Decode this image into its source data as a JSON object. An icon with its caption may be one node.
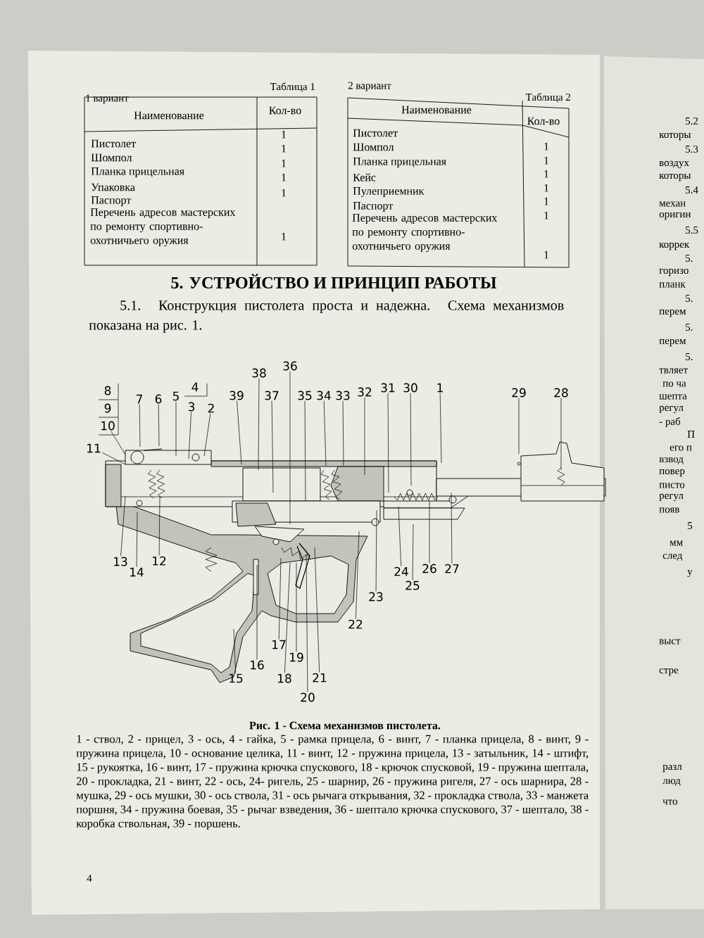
{
  "diagram": {
    "title": "5. УСТРОЙСТВО И ПРИНЦИП РАБОТЫ",
    "caption": "Рис. 1 - Схема механизмов пистолета.",
    "nodes": [
      {
        "text": [
          "8"
        ]
      },
      {
        "text": [
          "9"
        ]
      },
      {
        "text": [
          "10"
        ]
      },
      {
        "text": [
          "7"
        ]
      },
      {
        "text": [
          "6"
        ]
      },
      {
        "text": [
          "5"
        ]
      },
      {
        "text": [
          "4"
        ]
      },
      {
        "text": [
          "3"
        ]
      },
      {
        "text": [
          "2"
        ]
      },
      {
        "text": [
          "11"
        ]
      },
      {
        "text": [
          "39"
        ]
      },
      {
        "text": [
          "38"
        ]
      },
      {
        "text": [
          "37"
        ]
      },
      {
        "text": [
          "36"
        ]
      },
      {
        "text": [
          "35"
        ]
      },
      {
        "text": [
          "34"
        ]
      },
      {
        "text": [
          "33"
        ]
      },
      {
        "text": [
          "32"
        ]
      },
      {
        "text": [
          "31"
        ]
      },
      {
        "text": [
          "30"
        ]
      },
      {
        "text": [
          "1"
        ]
      },
      {
        "text": [
          "29"
        ]
      },
      {
        "text": [
          "28"
        ]
      },
      {
        "text": [
          "13"
        ]
      },
      {
        "text": [
          "14"
        ]
      },
      {
        "text": [
          "12"
        ]
      },
      {
        "text": [
          "15"
        ]
      },
      {
        "text": [
          "16"
        ]
      },
      {
        "text": [
          "17"
        ]
      },
      {
        "text": [
          "18"
        ]
      },
      {
        "text": [
          "19"
        ]
      },
      {
        "text": [
          "20"
        ]
      },
      {
        "text": [
          "21"
        ]
      },
      {
        "text": [
          "22"
        ]
      },
      {
        "text": [
          "23"
        ]
      },
      {
        "text": [
          "24"
        ]
      },
      {
        "text": [
          "25"
        ]
      },
      {
        "text": [
          "26"
        ]
      },
      {
        "text": [
          "27"
        ]
      }
    ],
    "edges": [
      {
        "from": 2,
        "to": null,
        "arrow": "none"
      },
      {
        "from": 3,
        "to": null,
        "arrow": "none"
      },
      {
        "from": 4,
        "to": null,
        "arrow": "none"
      },
      {
        "from": 5,
        "to": null,
        "arrow": "none"
      },
      {
        "from": 7,
        "to": null,
        "arrow": "none"
      },
      {
        "from": 8,
        "to": null,
        "arrow": "none"
      },
      {
        "from": 9,
        "to": null,
        "arrow": "none"
      },
      {
        "from": 10,
        "to": null,
        "arrow": "none"
      },
      {
        "from": 11,
        "to": null,
        "arrow": "none"
      },
      {
        "from": 12,
        "to": null,
        "arrow": "none"
      },
      {
        "from": 13,
        "to": null,
        "arrow": "none"
      },
      {
        "from": 14,
        "to": null,
        "arrow": "none"
      },
      {
        "from": 15,
        "to": null,
        "arrow": "none"
      },
      {
        "from": 16,
        "to": null,
        "arrow": "none"
      },
      {
        "from": 17,
        "to": null,
        "arrow": "none"
      },
      {
        "from": 18,
        "to": null,
        "arrow": "none"
      },
      {
        "from": 19,
        "to": null,
        "arrow": "none"
      },
      {
        "from": 20,
        "to": null,
        "arrow": "none"
      },
      {
        "from": 21,
        "to": null,
        "arrow": "none"
      },
      {
        "from": 22,
        "to": null,
        "arrow": "none"
      },
      {
        "from": 23,
        "to": null,
        "arrow": "none"
      },
      {
        "from": 24,
        "to": null,
        "arrow": "none"
      },
      {
        "from": 25,
        "to": null,
        "arrow": "none"
      },
      {
        "from": 26,
        "to": null,
        "arrow": "none"
      },
      {
        "from": 27,
        "to": null,
        "arrow": "none"
      },
      {
        "from": 28,
        "to": null,
        "arrow": "none"
      },
      {
        "from": 29,
        "to": null,
        "arrow": "none"
      },
      {
        "from": 30,
        "to": null,
        "arrow": "none"
      },
      {
        "from": 31,
        "to": null,
        "arrow": "none"
      },
      {
        "from": 32,
        "to": null,
        "arrow": "none"
      },
      {
        "from": 33,
        "to": null,
        "arrow": "none"
      },
      {
        "from": 34,
        "to": null,
        "arrow": "none"
      },
      {
        "from": 35,
        "to": null,
        "arrow": "none"
      },
      {
        "from": 36,
        "to": null,
        "arrow": "none"
      },
      {
        "from": 37,
        "to": null,
        "arrow": "none"
      },
      {
        "from": 38,
        "to": null,
        "arrow": "none"
      }
    ],
    "labels": [
      "1 вариант",
      "Таблица 1",
      "Наименование",
      "Кол-во",
      "1",
      "Пистолет",
      "1",
      "Шомпол",
      "1",
      "Планка прицельная",
      "1",
      "Упаковка",
      "1",
      "Паспорт",
      "Перечень адресов мастерских по ремонту спортивно-охотничьего оружия",
      "1",
      "2 вариант",
      "Таблица 2",
      "Наименование",
      "Кол-во",
      "Пистолет",
      "Шомпол",
      "1",
      "Планка прицельная",
      "1",
      "Кейс",
      "1",
      "Пулеприемник",
      "1",
      "Паспорт",
      "1",
      "Перечень адресов мастерских по ремонту спортивно-охотничьего оружия",
      "1",
      "1",
      "5.1. Конструкция пистолета проста и надежна. Схема механизмов показана на рис. 1.",
      "1 - ствол, 2 - прицел, 3 - ось, 4 - гайка, 5 - рамка прицела, 6 - винт, 7 - планка прицела, 8 - винт, 9 - пружина прицела, 10 - основание целика, 11 - винт, 12 - пружина прицела, 13 - затыльник, 14 - штифт, 15 - рукоятка, 16 - винт, 17 - пружина крючка спускового, 18 - крючок спусковой, 19 - пружина шептала, 20 - прокладка, 21 - винт, 22 - ось, 24- ригель, 25 - шарнир, 26 - пружина ригеля, 27 - ось шарнира, 28 -  мушка, 29 - ось мушки, 30 - ось ствола, 31 - ось рычага открывания, 32 - прокладка ствола, 33 - манжета поршня, 34 - пружина боевая, 35 - рычаг взведения, 36 - шептало крючка спускового, 37 - шептало, 38 - коробка ствольная, 39 - поршень.",
      "4",
      "5.2",
      "которы",
      "5.3",
      "воздух",
      "которы",
      "5.4",
      "механ",
      "оригин",
      "5.5",
      "коррек",
      "5.",
      "горизо",
      "планк",
      "5.",
      "перем",
      "5.",
      "перем",
      "5.",
      "твляет",
      "по ча",
      "шепта",
      "регул",
      "- раб",
      "П",
      "его п",
      "взвод",
      "повер",
      "писто",
      "регул",
      "появ",
      "5",
      "мм",
      "след",
      "у",
      "выст",
      "стре",
      "разл",
      "люд",
      "что"
    ]
  }
}
